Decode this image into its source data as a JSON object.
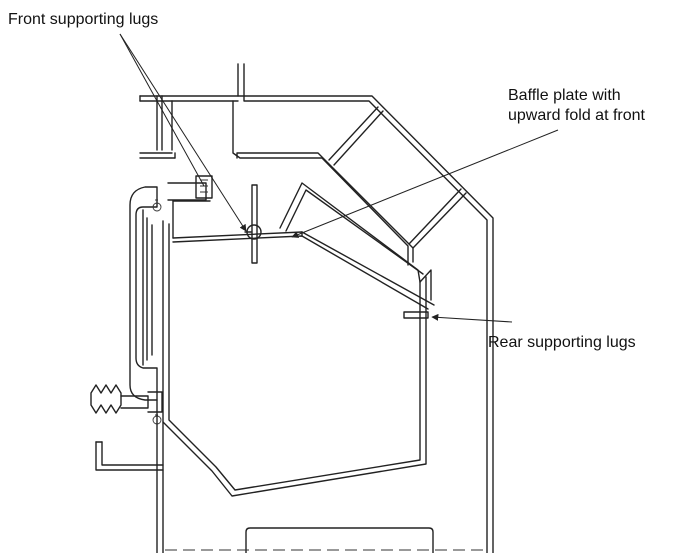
{
  "callouts": {
    "front_lugs": "Front supporting lugs",
    "baffle_line1": "Baffle plate with",
    "baffle_line2": "upward fold at front",
    "rear_lugs": "Rear supporting lugs"
  },
  "colors": {
    "line": "#222222",
    "background": "#ffffff"
  }
}
